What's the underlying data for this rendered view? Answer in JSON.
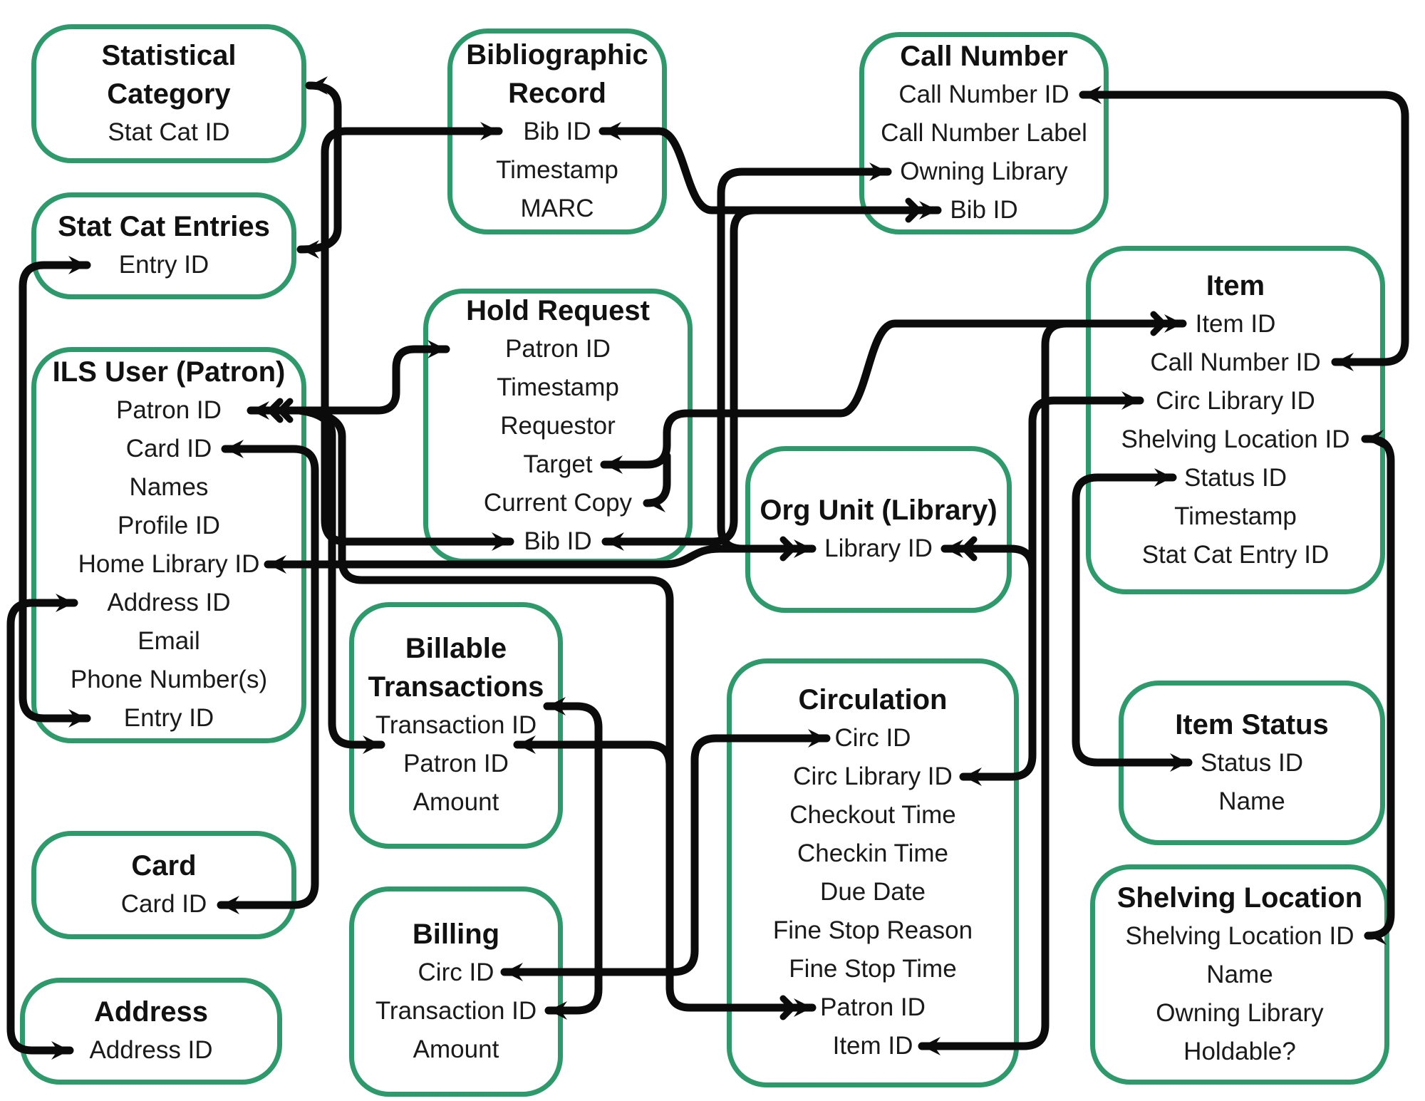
{
  "diagram": {
    "type": "entity-relationship",
    "subject": "Library ILS database schema",
    "colors": {
      "box_border": "#2E9A6B",
      "connector": "#0B0B0B",
      "text": "#151515",
      "background": "#FFFFFF"
    }
  },
  "entities": [
    {
      "id": "statistical-category",
      "title": "Statistical\nCategory",
      "fields": [
        "Stat Cat ID"
      ]
    },
    {
      "id": "stat-cat-entries",
      "title": "Stat Cat Entries",
      "fields": [
        "Entry ID"
      ]
    },
    {
      "id": "ils-user",
      "title": "ILS User (Patron)",
      "fields": [
        "Patron ID",
        "Card ID",
        "Names",
        "Profile ID",
        "Home Library ID",
        "Address ID",
        "Email",
        "Phone Number(s)",
        "Entry ID"
      ]
    },
    {
      "id": "card",
      "title": "Card",
      "fields": [
        "Card ID"
      ]
    },
    {
      "id": "address",
      "title": "Address",
      "fields": [
        "Address ID"
      ]
    },
    {
      "id": "bibliographic-record",
      "title": "Bibliographic\nRecord",
      "fields": [
        "Bib ID",
        "Timestamp",
        "MARC"
      ]
    },
    {
      "id": "hold-request",
      "title": "Hold Request",
      "fields": [
        "Patron ID",
        "Timestamp",
        "Requestor",
        "Target",
        "Current Copy",
        "Bib ID"
      ]
    },
    {
      "id": "billable-transactions",
      "title": "Billable\nTransactions",
      "fields": [
        "Transaction ID",
        "Patron ID",
        "Amount"
      ]
    },
    {
      "id": "billing",
      "title": "Billing",
      "fields": [
        "Circ ID",
        "Transaction ID",
        "Amount"
      ]
    },
    {
      "id": "call-number",
      "title": "Call Number",
      "fields": [
        "Call Number ID",
        "Call Number Label",
        "Owning Library",
        "Bib ID"
      ]
    },
    {
      "id": "org-unit",
      "title": "Org Unit (Library)",
      "fields": [
        "Library ID"
      ]
    },
    {
      "id": "item",
      "title": "Item",
      "fields": [
        "Item ID",
        "Call Number ID",
        "Circ Library ID",
        "Shelving Location ID",
        "Status ID",
        "Timestamp",
        "Stat Cat Entry ID"
      ]
    },
    {
      "id": "circulation",
      "title": "Circulation",
      "fields": [
        "Circ ID",
        "Circ Library ID",
        "Checkout Time",
        "Checkin Time",
        "Due Date",
        "Fine Stop Reason",
        "Fine Stop Time",
        "Patron ID",
        "Item ID"
      ]
    },
    {
      "id": "item-status",
      "title": "Item Status",
      "fields": [
        "Status ID",
        "Name"
      ]
    },
    {
      "id": "shelving-location",
      "title": "Shelving Location",
      "fields": [
        "Shelving Location ID",
        "Name",
        "Owning Library",
        "Holdable?"
      ]
    }
  ],
  "connections": [
    {
      "from": "Stat Cat Entries",
      "from_field": "Entry ID",
      "to": "Statistical Category",
      "to_field": "Stat Cat ID"
    },
    {
      "from": "ILS User (Patron)",
      "from_field": "Entry ID",
      "to": "Stat Cat Entries",
      "to_field": "Entry ID"
    },
    {
      "from": "ILS User (Patron)",
      "from_field": "Address ID",
      "to": "Address",
      "to_field": "Address ID"
    },
    {
      "from": "ILS User (Patron)",
      "from_field": "Card ID",
      "to": "Card",
      "to_field": "Card ID"
    },
    {
      "from": "Hold Request",
      "from_field": "Patron ID",
      "to": "ILS User (Patron)",
      "to_field": "Patron ID"
    },
    {
      "from": "Billable Transactions",
      "from_field": "Patron ID",
      "to": "ILS User (Patron)",
      "to_field": "Patron ID"
    },
    {
      "from": "Circulation",
      "from_field": "Patron ID",
      "to": "ILS User (Patron)",
      "to_field": "Patron ID"
    },
    {
      "from": "Billable Transactions",
      "from_field": "Patron ID",
      "to": "Circulation",
      "to_field": "Patron ID"
    },
    {
      "from": "ILS User (Patron)",
      "from_field": "Home Library ID",
      "to": "Org Unit (Library)",
      "to_field": "Library ID"
    },
    {
      "from": "Hold Request",
      "from_field": "Bib ID",
      "to": "Bibliographic Record",
      "to_field": "Bib ID"
    },
    {
      "from": "Call Number",
      "from_field": "Bib ID",
      "to": "Bibliographic Record",
      "to_field": "Bib ID"
    },
    {
      "from": "Hold Request",
      "from_field": "Bib ID",
      "to": "Call Number",
      "to_field": "Bib ID"
    },
    {
      "from": "Call Number",
      "from_field": "Owning Library",
      "to": "Org Unit (Library)",
      "to_field": "Library ID"
    },
    {
      "from": "Hold Request",
      "from_field": "Target",
      "to": "Item",
      "to_field": "Item ID"
    },
    {
      "from": "Hold Request",
      "from_field": "Current Copy",
      "to": "Item",
      "to_field": "Item ID"
    },
    {
      "from": "Circulation",
      "from_field": "Item ID",
      "to": "Item",
      "to_field": "Item ID"
    },
    {
      "from": "Circulation",
      "from_field": "Circ Library ID",
      "to": "Org Unit (Library)",
      "to_field": "Library ID"
    },
    {
      "from": "Item",
      "from_field": "Circ Library ID",
      "to": "Org Unit (Library)",
      "to_field": "Library ID"
    },
    {
      "from": "Item",
      "from_field": "Call Number ID",
      "to": "Call Number",
      "to_field": "Call Number ID"
    },
    {
      "from": "Item",
      "from_field": "Shelving Location ID",
      "to": "Shelving Location",
      "to_field": "Shelving Location ID"
    },
    {
      "from": "Item",
      "from_field": "Status ID",
      "to": "Item Status",
      "to_field": "Status ID"
    },
    {
      "from": "Billable Transactions",
      "from_field": "Transaction ID",
      "to": "Billing",
      "to_field": "Transaction ID"
    },
    {
      "from": "Billing",
      "from_field": "Circ ID",
      "to": "Circulation",
      "to_field": "Circ ID"
    }
  ]
}
